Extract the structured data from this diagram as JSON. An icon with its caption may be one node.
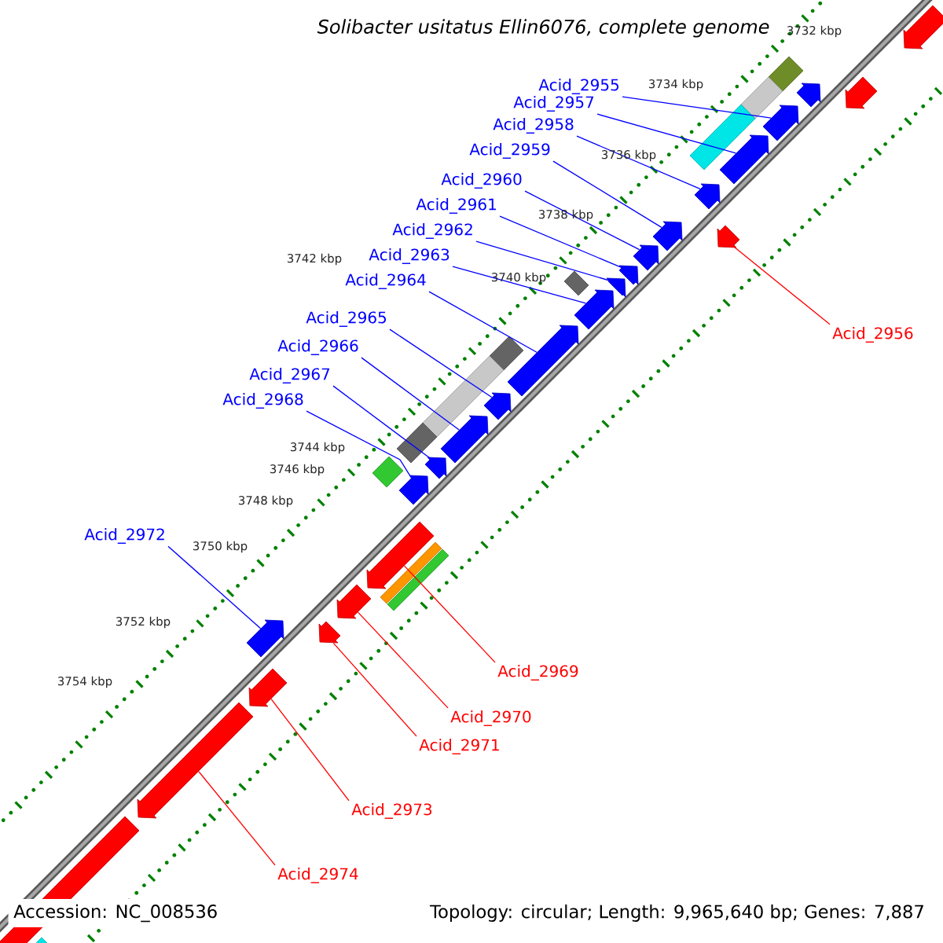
{
  "diagram": {
    "title": "Solibacter usitatus Ellin6076, complete genome",
    "nodes": [
      {
        "text": [
          "Acid_2955"
        ]
      },
      {
        "text": [
          "Acid_2957"
        ]
      },
      {
        "text": [
          "Acid_2958"
        ]
      },
      {
        "text": [
          "Acid_2959"
        ]
      },
      {
        "text": [
          "Acid_2960"
        ]
      },
      {
        "text": [
          "Acid_2961"
        ]
      },
      {
        "text": [
          "Acid_2962"
        ]
      },
      {
        "text": [
          "Acid_2963"
        ]
      },
      {
        "text": [
          "Acid_2964"
        ]
      },
      {
        "text": [
          "Acid_2965"
        ]
      },
      {
        "text": [
          "Acid_2966"
        ]
      },
      {
        "text": [
          "Acid_2967"
        ]
      },
      {
        "text": [
          "Acid_2968"
        ]
      },
      {
        "text": [
          "Acid_2956"
        ]
      },
      {
        "text": [
          "Acid_2972"
        ]
      },
      {
        "text": [
          "Acid_2969"
        ]
      },
      {
        "text": [
          "Acid_2970"
        ]
      },
      {
        "text": [
          "Acid_2971"
        ]
      },
      {
        "text": [
          "Acid_2973"
        ]
      },
      {
        "text": [
          "Acid_2974"
        ]
      },
      {
        "text": [],
        "shape": "bar"
      },
      {
        "text": [],
        "shape": "bar"
      },
      {
        "text": [],
        "shape": "bar"
      },
      {
        "text": [],
        "shape": "bar"
      },
      {
        "text": [],
        "shape": "bar"
      },
      {
        "text": [],
        "shape": "bar"
      },
      {
        "text": [],
        "shape": "bar"
      },
      {
        "text": [],
        "shape": "bar"
      },
      {
        "text": [],
        "shape": "bar"
      },
      {
        "text": [],
        "shape": "bar"
      },
      {
        "text": [],
        "shape": "bar"
      },
      {
        "text": [],
        "shape": "bar"
      },
      {
        "text": [],
        "shape": "bar"
      },
      {
        "text": [],
        "shape": "bar"
      },
      {
        "text": [],
        "shape": "bar"
      },
      {
        "text": [],
        "shape": "bar"
      },
      {
        "text": [],
        "shape": "bar"
      },
      {
        "text": [],
        "shape": "bar"
      },
      {
        "text": [],
        "shape": "bar"
      },
      {
        "text": [],
        "shape": "bar"
      },
      {
        "text": [],
        "shape": "bar"
      },
      {
        "text": [],
        "shape": "bar"
      },
      {
        "text": [],
        "shape": "bar"
      },
      {
        "text": [],
        "shape": "bar"
      }
    ],
    "edges": [
      {
        "from": 0,
        "to": 23,
        "arrow": "none"
      },
      {
        "from": 1,
        "to": 24,
        "arrow": "none"
      },
      {
        "from": 2,
        "to": 25,
        "arrow": "none"
      },
      {
        "from": 3,
        "to": 26,
        "arrow": "none"
      },
      {
        "from": 4,
        "to": 28,
        "arrow": "none"
      },
      {
        "from": 5,
        "to": 29,
        "arrow": "none"
      },
      {
        "from": 6,
        "to": 30,
        "arrow": "none"
      },
      {
        "from": 7,
        "to": 31,
        "arrow": "none"
      },
      {
        "from": 8,
        "to": 32,
        "arrow": "none"
      },
      {
        "from": 9,
        "to": 33,
        "arrow": "none"
      },
      {
        "from": 10,
        "to": 34,
        "arrow": "none"
      },
      {
        "from": 11,
        "to": 35,
        "arrow": "none"
      },
      {
        "from": 12,
        "to": 36,
        "arrow": "none"
      },
      {
        "from": 13,
        "to": 27,
        "arrow": "none",
        "color": "#ff0000"
      },
      {
        "from": 14,
        "to": 40,
        "arrow": "none"
      },
      {
        "from": 15,
        "to": 37,
        "arrow": "none",
        "color": "#ff0000"
      },
      {
        "from": 16,
        "to": 38,
        "arrow": "none",
        "color": "#ff0000"
      },
      {
        "from": 17,
        "to": 39,
        "arrow": "none",
        "color": "#ff0000"
      },
      {
        "from": 18,
        "to": 41,
        "arrow": "none",
        "color": "#ff0000"
      },
      {
        "from": 19,
        "to": 42,
        "arrow": "none",
        "color": "#ff0000"
      }
    ],
    "labels": [
      "3732 kbp",
      "3734 kbp",
      "3736 kbp",
      "3738 kbp",
      "3740 kbp",
      "3742 kbp",
      "3744 kbp",
      "3746 kbp",
      "3748 kbp",
      "3750 kbp",
      "3752 kbp",
      "3754 kbp",
      "Accession: NC_008536",
      "Topology: circular; Length: 9,965,640 bp; Genes: 7,887"
    ]
  }
}
